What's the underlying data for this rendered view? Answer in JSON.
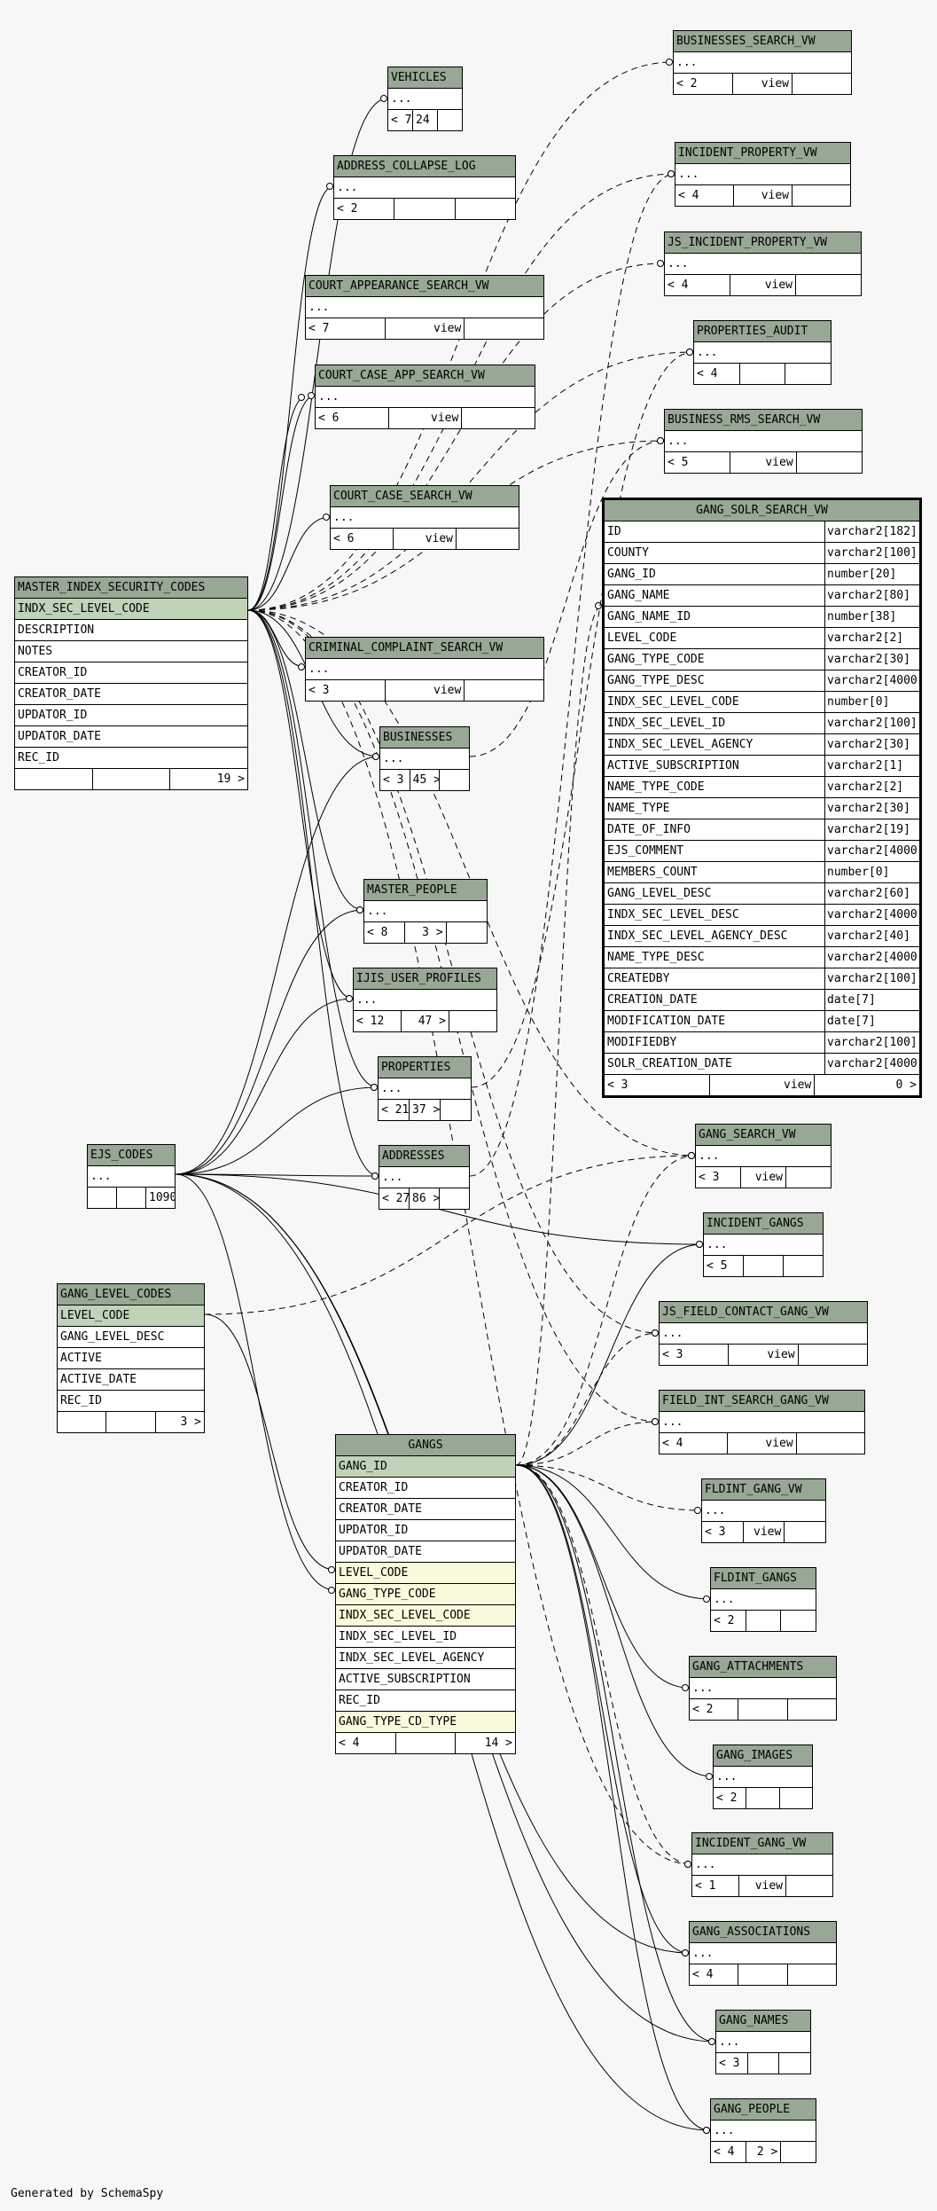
{
  "footer_text": "Generated by SchemaSpy",
  "colors": {
    "header": "#97a894",
    "primary_key": "#bfd3b8",
    "foreign_key": "#f9f9dc",
    "background": "#f7f7f7"
  },
  "tables": {
    "businesses_search_vw": {
      "name": "BUSINESSES_SEARCH_VW",
      "rows": [
        "..."
      ],
      "foot": [
        "< 2",
        "view",
        ""
      ]
    },
    "vehicles": {
      "name": "VEHICLES",
      "rows": [
        "..."
      ],
      "foot": [
        "< 7",
        "24 >",
        ""
      ]
    },
    "incident_property_vw": {
      "name": "INCIDENT_PROPERTY_VW",
      "rows": [
        "..."
      ],
      "foot": [
        "< 4",
        "view",
        ""
      ]
    },
    "address_collapse_log": {
      "name": "ADDRESS_COLLAPSE_LOG",
      "rows": [
        "..."
      ],
      "foot": [
        "< 2",
        "",
        ""
      ]
    },
    "js_incident_property_vw": {
      "name": "JS_INCIDENT_PROPERTY_VW",
      "rows": [
        "..."
      ],
      "foot": [
        "< 4",
        "view",
        ""
      ]
    },
    "court_appearance_search_vw": {
      "name": "COURT_APPEARANCE_SEARCH_VW",
      "rows": [
        "..."
      ],
      "foot": [
        "< 7",
        "view",
        ""
      ]
    },
    "properties_audit": {
      "name": "PROPERTIES_AUDIT",
      "rows": [
        "..."
      ],
      "foot": [
        "< 4",
        "",
        ""
      ]
    },
    "court_case_app_search_vw": {
      "name": "COURT_CASE_APP_SEARCH_VW",
      "rows": [
        "..."
      ],
      "foot": [
        "< 6",
        "view",
        ""
      ]
    },
    "business_rms_search_vw": {
      "name": "BUSINESS_RMS_SEARCH_VW",
      "rows": [
        "..."
      ],
      "foot": [
        "< 5",
        "view",
        ""
      ]
    },
    "court_case_search_vw": {
      "name": "COURT_CASE_SEARCH_VW",
      "rows": [
        "..."
      ],
      "foot": [
        "< 6",
        "view",
        ""
      ]
    },
    "criminal_complaint_search_vw": {
      "name": "CRIMINAL_COMPLAINT_SEARCH_VW",
      "rows": [
        "..."
      ],
      "foot": [
        "< 3",
        "view",
        ""
      ]
    },
    "businesses": {
      "name": "BUSINESSES",
      "rows": [
        "..."
      ],
      "foot": [
        "< 3",
        "45 >",
        ""
      ]
    },
    "master_people": {
      "name": "MASTER_PEOPLE",
      "rows": [
        "..."
      ],
      "foot": [
        "< 8",
        "3 >",
        ""
      ]
    },
    "ijis_user_profiles": {
      "name": "IJIS_USER_PROFILES",
      "rows": [
        "..."
      ],
      "foot": [
        "< 12",
        "47 >",
        ""
      ]
    },
    "properties": {
      "name": "PROPERTIES",
      "rows": [
        "..."
      ],
      "foot": [
        "< 21",
        "37 >",
        ""
      ]
    },
    "addresses": {
      "name": "ADDRESSES",
      "rows": [
        "..."
      ],
      "foot": [
        "< 27",
        "86 >",
        ""
      ]
    },
    "ejs_codes": {
      "name": "EJS_CODES",
      "rows": [
        "..."
      ],
      "foot": [
        "",
        "",
        "1090 >"
      ]
    },
    "gang_search_vw": {
      "name": "GANG_SEARCH_VW",
      "rows": [
        "..."
      ],
      "foot": [
        "< 3",
        "view",
        ""
      ]
    },
    "incident_gangs": {
      "name": "INCIDENT_GANGS",
      "rows": [
        "..."
      ],
      "foot": [
        "< 5",
        "",
        ""
      ]
    },
    "js_field_contact_gang_vw": {
      "name": "JS_FIELD_CONTACT_GANG_VW",
      "rows": [
        "..."
      ],
      "foot": [
        "< 3",
        "view",
        ""
      ]
    },
    "field_int_search_gang_vw": {
      "name": "FIELD_INT_SEARCH_GANG_VW",
      "rows": [
        "..."
      ],
      "foot": [
        "< 4",
        "view",
        ""
      ]
    },
    "fldint_gang_vw": {
      "name": "FLDINT_GANG_VW",
      "rows": [
        "..."
      ],
      "foot": [
        "< 3",
        "view",
        ""
      ]
    },
    "fldint_gangs": {
      "name": "FLDINT_GANGS",
      "rows": [
        "..."
      ],
      "foot": [
        "< 2",
        "",
        ""
      ]
    },
    "gang_attachments": {
      "name": "GANG_ATTACHMENTS",
      "rows": [
        "..."
      ],
      "foot": [
        "< 2",
        "",
        ""
      ]
    },
    "gang_images": {
      "name": "GANG_IMAGES",
      "rows": [
        "..."
      ],
      "foot": [
        "< 2",
        "",
        ""
      ]
    },
    "incident_gang_vw": {
      "name": "INCIDENT_GANG_VW",
      "rows": [
        "..."
      ],
      "foot": [
        "< 1",
        "view",
        ""
      ]
    },
    "gang_associations": {
      "name": "GANG_ASSOCIATIONS",
      "rows": [
        "..."
      ],
      "foot": [
        "< 4",
        "",
        ""
      ]
    },
    "gang_names": {
      "name": "GANG_NAMES",
      "rows": [
        "..."
      ],
      "foot": [
        "< 3",
        "",
        ""
      ]
    },
    "gang_people": {
      "name": "GANG_PEOPLE",
      "rows": [
        "..."
      ],
      "foot": [
        "< 4",
        "2 >",
        ""
      ]
    },
    "master_index_security_codes": {
      "name": "MASTER_INDEX_SECURITY_CODES",
      "rows": [
        "INDX_SEC_LEVEL_CODE",
        "DESCRIPTION",
        "NOTES",
        "CREATOR_ID",
        "CREATOR_DATE",
        "UPDATOR_ID",
        "UPDATOR_DATE",
        "REC_ID"
      ],
      "foot": [
        "",
        "",
        "19 >"
      ]
    },
    "gang_level_codes": {
      "name": "GANG_LEVEL_CODES",
      "rows": [
        "LEVEL_CODE",
        "GANG_LEVEL_DESC",
        "ACTIVE",
        "ACTIVE_DATE",
        "REC_ID"
      ],
      "foot": [
        "",
        "",
        "3 >"
      ]
    },
    "gangs": {
      "name": "GANGS",
      "rows": [
        "GANG_ID",
        "CREATOR_ID",
        "CREATOR_DATE",
        "UPDATOR_ID",
        "UPDATOR_DATE",
        "LEVEL_CODE",
        "GANG_TYPE_CODE",
        "INDX_SEC_LEVEL_CODE",
        "INDX_SEC_LEVEL_ID",
        "INDX_SEC_LEVEL_AGENCY",
        "ACTIVE_SUBSCRIPTION",
        "REC_ID",
        "GANG_TYPE_CD_TYPE"
      ],
      "foot": [
        "< 4",
        "",
        "14 >"
      ]
    },
    "gang_solr_search_vw": {
      "name": "GANG_SOLR_SEARCH_VW",
      "columns": [
        [
          "ID",
          "varchar2[182]"
        ],
        [
          "COUNTY",
          "varchar2[100]"
        ],
        [
          "GANG_ID",
          "number[20]"
        ],
        [
          "GANG_NAME",
          "varchar2[80]"
        ],
        [
          "GANG_NAME_ID",
          "number[38]"
        ],
        [
          "LEVEL_CODE",
          "varchar2[2]"
        ],
        [
          "GANG_TYPE_CODE",
          "varchar2[30]"
        ],
        [
          "GANG_TYPE_DESC",
          "varchar2[4000]"
        ],
        [
          "INDX_SEC_LEVEL_CODE",
          "number[0]"
        ],
        [
          "INDX_SEC_LEVEL_ID",
          "varchar2[100]"
        ],
        [
          "INDX_SEC_LEVEL_AGENCY",
          "varchar2[30]"
        ],
        [
          "ACTIVE_SUBSCRIPTION",
          "varchar2[1]"
        ],
        [
          "NAME_TYPE_CODE",
          "varchar2[2]"
        ],
        [
          "NAME_TYPE",
          "varchar2[30]"
        ],
        [
          "DATE_OF_INFO",
          "varchar2[19]"
        ],
        [
          "EJS_COMMENT",
          "varchar2[4000]"
        ],
        [
          "MEMBERS_COUNT",
          "number[0]"
        ],
        [
          "GANG_LEVEL_DESC",
          "varchar2[60]"
        ],
        [
          "INDX_SEC_LEVEL_DESC",
          "varchar2[4000]"
        ],
        [
          "INDX_SEC_LEVEL_AGENCY_DESC",
          "varchar2[40]"
        ],
        [
          "NAME_TYPE_DESC",
          "varchar2[4000]"
        ],
        [
          "CREATEDBY",
          "varchar2[100]"
        ],
        [
          "CREATION_DATE",
          "date[7]"
        ],
        [
          "MODIFICATION_DATE",
          "date[7]"
        ],
        [
          "MODIFIEDBY",
          "varchar2[100]"
        ],
        [
          "SOLR_CREATION_DATE",
          "varchar2[4000]"
        ]
      ],
      "foot": [
        "< 3",
        "view",
        "0 >"
      ]
    }
  }
}
